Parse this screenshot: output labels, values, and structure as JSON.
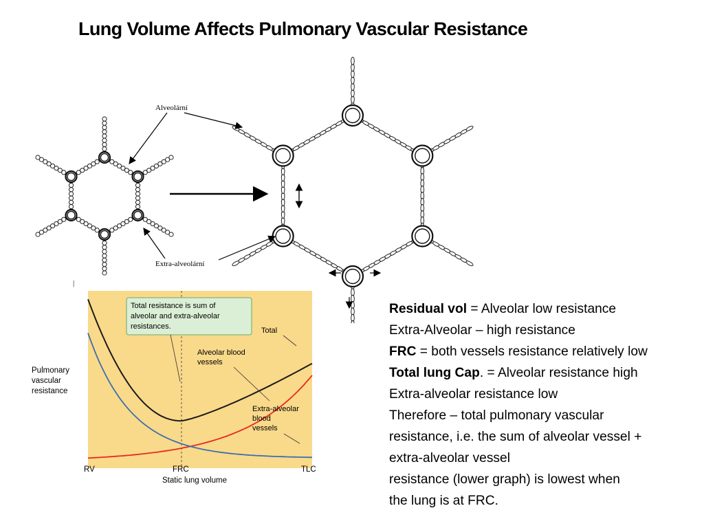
{
  "title": "Lung Volume Affects Pulmonary Vascular Resistance",
  "diagram": {
    "label_alveolar": "Alveolární",
    "label_extra_alveolar": "Extra-alveolární",
    "stray_mark": "|"
  },
  "graph": {
    "callout_lines": [
      "Total resistance is sum of",
      "alveolar and extra-alveolar",
      "resistances."
    ],
    "ylabel_lines": [
      "Pulmonary",
      "vascular",
      "resistance"
    ],
    "xlabel": "Static lung volume",
    "xticks": [
      "RV",
      "FRC",
      "TLC"
    ],
    "label_total": "Total",
    "label_alveolar_lines": [
      "Alveolar blood",
      "vessels"
    ],
    "label_extra_lines": [
      "Extra-alveolar",
      "blood",
      "vessels"
    ],
    "colors": {
      "background": "#f9d98a",
      "total": "#1a1a1a",
      "alveolar": "#e8281e",
      "extra_alveolar": "#3a6fb0",
      "callout_fill": "#dbeed6",
      "callout_border": "#6aaa6a"
    }
  },
  "chart_data": {
    "type": "line",
    "title": "",
    "xlabel": "Static lung volume",
    "ylabel": "Pulmonary vascular resistance",
    "x": [
      "RV",
      "FRC",
      "TLC"
    ],
    "series": [
      {
        "name": "Total",
        "values": [
          10.0,
          2.8,
          6.2
        ]
      },
      {
        "name": "Alveolar blood vessels",
        "values": [
          0.6,
          1.3,
          5.5
        ]
      },
      {
        "name": "Extra-alveolar blood vessels",
        "values": [
          8.0,
          1.5,
          0.6
        ]
      }
    ]
  },
  "notes": {
    "line1_bold": "Residual vol",
    "line1_rest": " = Alveolar low resistance",
    "line2": "Extra-Alveolar – high resistance",
    "line3_bold": "FRC",
    "line3_rest": " = both vessels resistance relatively low",
    "line4_bold": "Total lung Cap",
    "line4_rest": ". = Alveolar resistance high",
    "line5": "Extra-alveolar resistance low",
    "line6": "Therefore – total pulmonary vascular",
    "line7": "resistance, i.e. the sum of alveolar vessel +",
    "line8": "extra-alveolar vessel",
    "line9": "resistance (lower graph) is lowest when",
    "line10": "the lung is at FRC."
  }
}
